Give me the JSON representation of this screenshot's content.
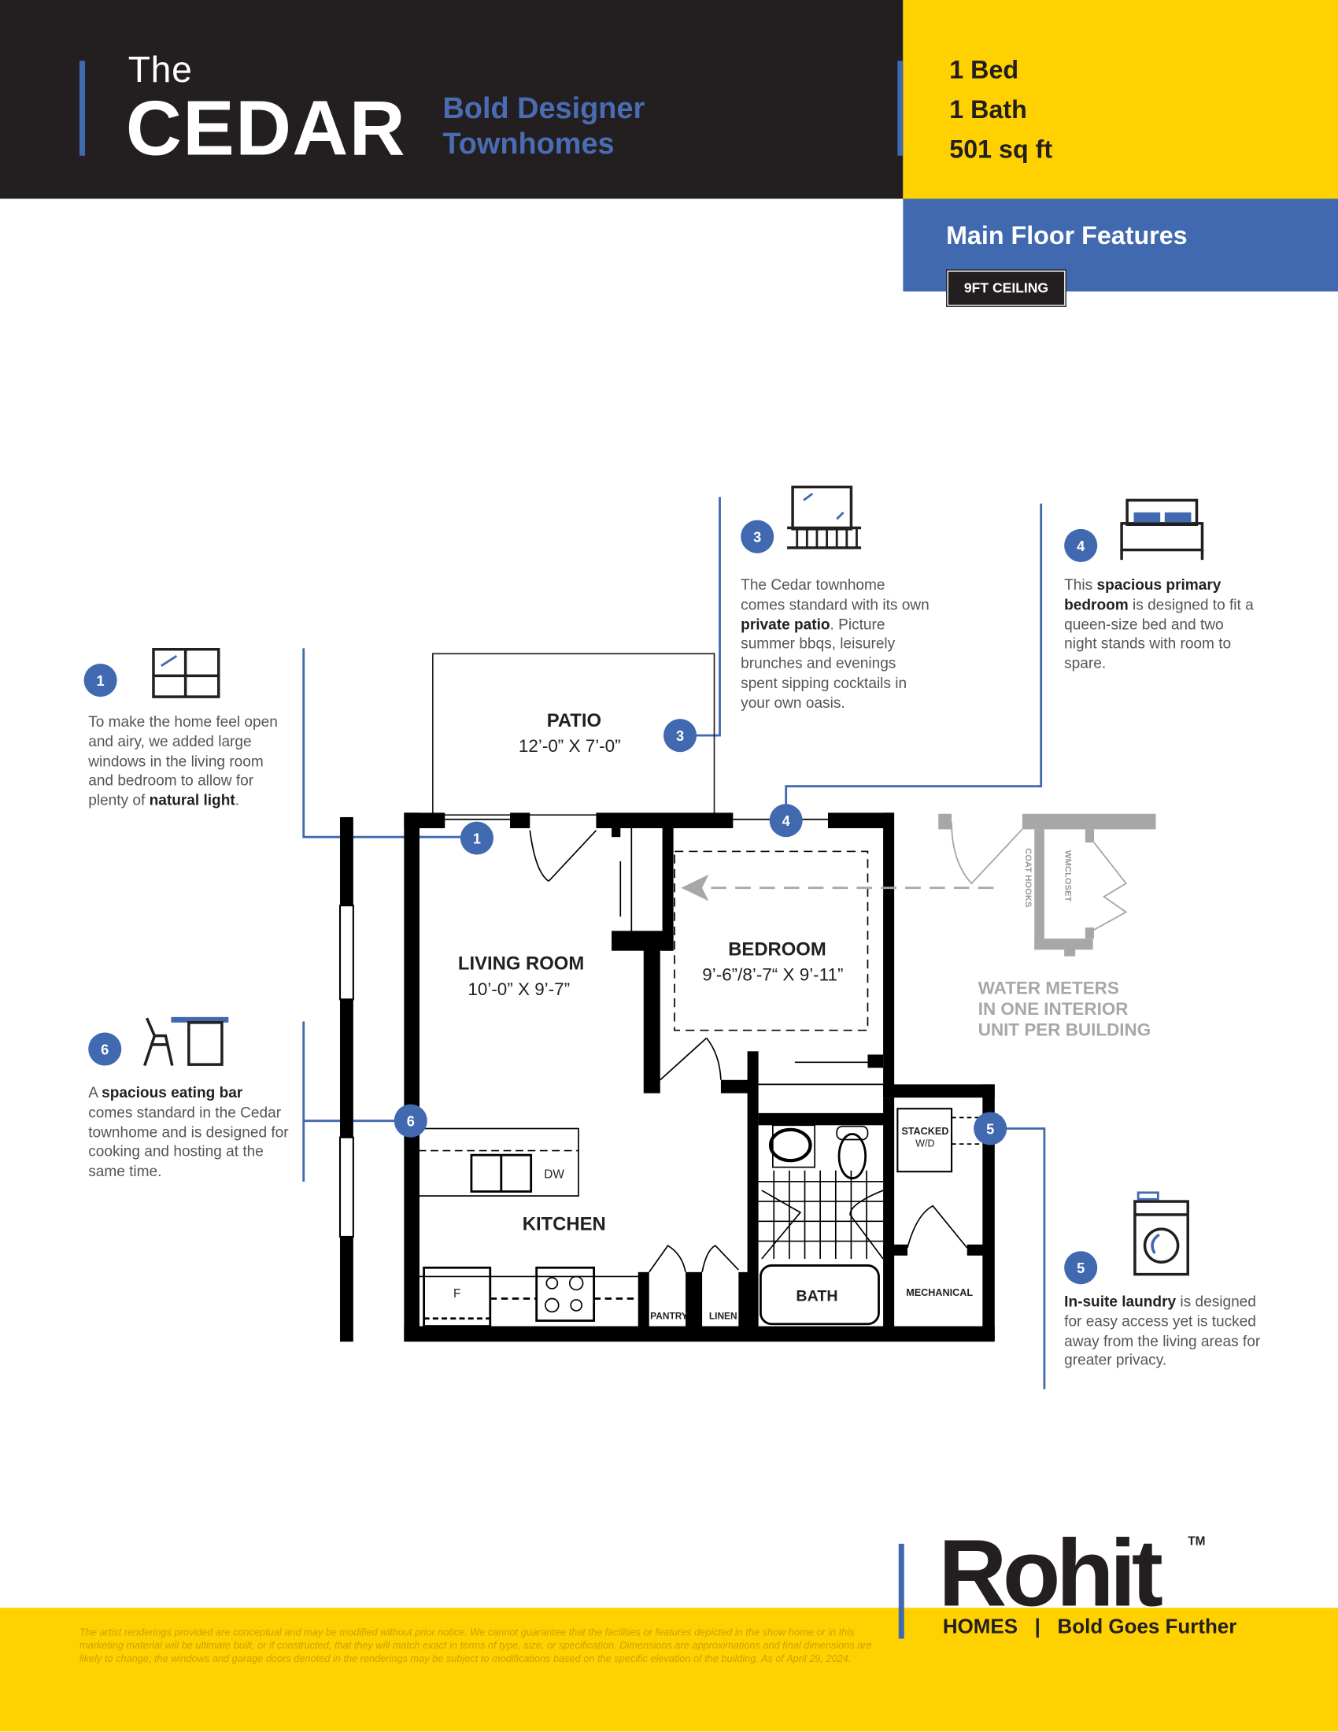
{
  "colors": {
    "dark": "#231f20",
    "yellow": "#ffd100",
    "blue": "#4169b0",
    "gray": "#a7a7a7"
  },
  "header": {
    "the": "The",
    "name": "CEDAR",
    "tagline_1": "Bold Designer",
    "tagline_2": "Townhomes"
  },
  "specs": {
    "beds": "1 Bed",
    "baths": "1 Bath",
    "area": "501 sq ft"
  },
  "features": {
    "title": "Main Floor Features",
    "badge": "9FT CEILING"
  },
  "callouts": [
    {
      "num": "1",
      "icon": "window-icon",
      "pre": "To make the home feel open and airy, we added large windows in the living room and bedroom to allow for plenty of ",
      "bold": "natural light",
      "post": "."
    },
    {
      "num": "3",
      "icon": "balcony-window-icon",
      "pre": "The Cedar townhome comes standard with its own ",
      "bold": "private patio",
      "post": ". Picture summer bbqs, leisurely brunches and evenings spent sipping cocktails in your own oasis."
    },
    {
      "num": "4",
      "icon": "bed-icon",
      "pre": "This ",
      "bold": "spacious primary bedroom",
      "post": " is designed to fit a queen-size bed and two night stands with room to spare."
    },
    {
      "num": "6",
      "icon": "bar-stool-icon",
      "pre": "A ",
      "bold": "spacious eating bar",
      "post": " comes standard in the Cedar townhome and is designed for cooking and hosting at the same time."
    },
    {
      "num": "5",
      "icon": "washer-icon",
      "pre": "",
      "bold": "In-suite laundry",
      "post": " is designed for easy access yet is tucked away from the living areas for greater privacy."
    }
  ],
  "plan": {
    "patio": "PATIO",
    "patio_dim": "12’-0” X 7’-0”",
    "living": "LIVING ROOM",
    "living_dim": "10’-0” X 9’-7”",
    "bedroom": "BEDROOM",
    "bedroom_dim": "9’-6”/8’-7“ X 9’-11”",
    "kitchen": "KITCHEN",
    "bath": "BATH",
    "mechanical": "MECHANICAL",
    "stacked_1": "STACKED",
    "stacked_2": "W/D",
    "pantry": "PANTRY",
    "linen": "LINEN",
    "dw": "DW",
    "fridge": "F",
    "coat_hooks": "COAT HOOKS",
    "wmcloset": "WMCLOSET",
    "markers": [
      "1",
      "3",
      "4",
      "6",
      "5"
    ]
  },
  "water_meters": [
    "WATER METERS",
    "IN ONE INTERIOR",
    "UNIT PER BUILDING"
  ],
  "logo": {
    "brand": "Rohit",
    "tm": "TM",
    "homes": "HOMES",
    "sep": "|",
    "slogan": "Bold Goes Further"
  },
  "disclaimer": "The artist renderings provided are conceptual and may be modified without prior notice. We cannot guarantee that the facilities or features depicted in the show home or in this marketing material will be ultimate built, or if constructed, that they will match exact in terms of type, size, or specification. Dimensions are approximations and final dimensions are likely to change; the windows and garage doors denoted in the renderings may be subject to modifications based on the specific elevation of the building.  As of April 29, 2024."
}
